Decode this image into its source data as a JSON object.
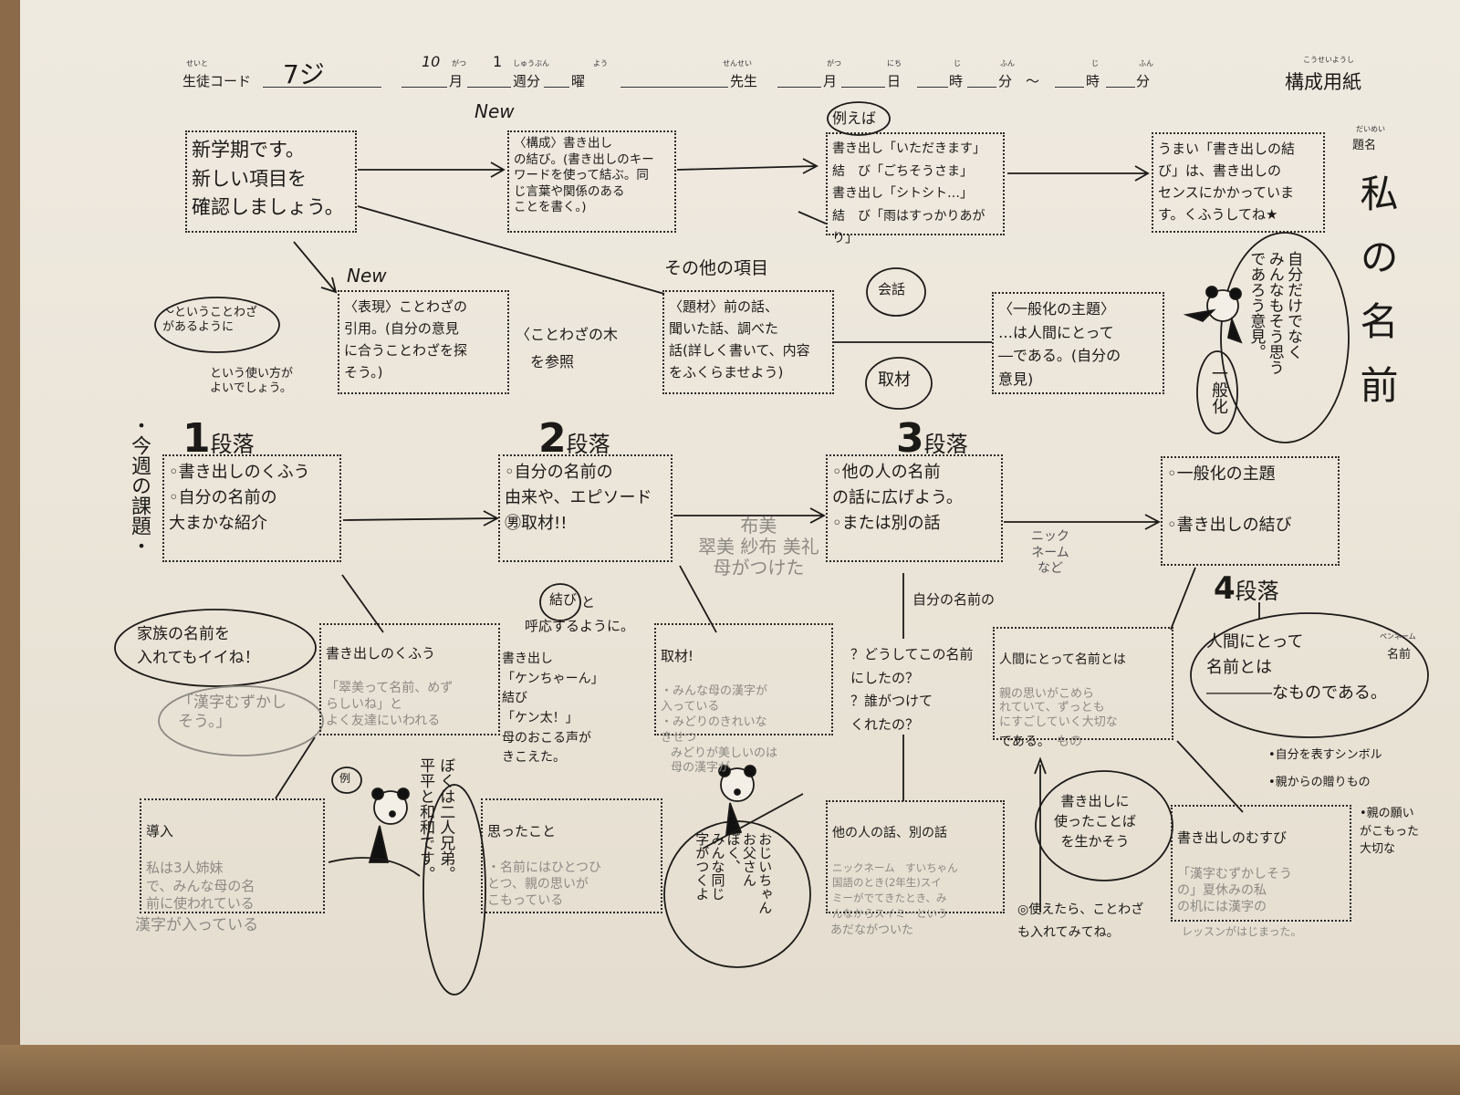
{
  "header": {
    "student_code_label": "生徒コード",
    "student_code_furigana": "せいと",
    "student_code_value": "7ジ",
    "month_value": "10",
    "month_label": "月",
    "month_furigana": "がつ",
    "week_value": "1",
    "week_label": "週分",
    "week_furigana": "しゅうぶん",
    "weekday_label": "曜",
    "weekday_furigana": "よう",
    "teacher_label": "先生",
    "teacher_furigana": "せんせい",
    "date_month_label": "月",
    "date_month_furigana": "がつ",
    "date_day_label": "日",
    "date_day_furigana": "にち",
    "hour1_label": "時",
    "hour1_furigana": "じ",
    "min1_label": "分",
    "min1_furigana": "ふん",
    "tilde": "〜",
    "hour2_label": "時",
    "hour2_furigana": "じ",
    "min2_label": "分",
    "min2_furigana": "ふん",
    "sheet_title": "構成用紙",
    "sheet_title_furigana": "こうせいようし"
  },
  "title_area": {
    "label": "題名",
    "label_furigana": "だいめい",
    "title": "私の名前",
    "penname_furigana": "ペンネーム",
    "penname_label": "名前"
  },
  "top": {
    "new1": "New",
    "new2": "New",
    "intro_box": "新学期です。\n新しい項目を\n確認しましょう。",
    "structure_box": "〈構成〉書き出し\nの結び。(書き出しのキー\nワードを使って結ぶ。同\nじ言葉や関係のある\nことを書く。)",
    "example_tag": "例えば",
    "example_box": "書き出し「いただきます」\n結　び「ごちそうさま」\n書き出し「シトシト…」\n結　び「雨はすっかりあがり」",
    "tip_box": "うまい「書き出しの結\nび」は、書き出しの\nセンスにかかっていま\nす。くふうしてね★",
    "expression_box": "〈表現〉ことわざの\n引用。(自分の意見\nに合うことわざを探\nそう。)",
    "proverb_bubble": "〜ということわざ\nがあるように",
    "proverb_note": "という使い方が\nよいでしょう。",
    "proverb_tree": "〈ことわざの木\n　を参照",
    "other_items": "その他の項目",
    "subject_box": "〈題材〉前の話、\n聞いた話、調べた\n話(詳しく書いて、内容\nをふくらませよう)",
    "talk_bubble": "会話",
    "interview_bubble": "取材",
    "general_box": "〈一般化の主題〉\n…は人間にとって\n―である。(自分の\n意見)",
    "general_bubble": "一般化",
    "panda_speech": "自分だけでなく\nみんなもそう思う\nであろう意見。"
  },
  "weekly_task": "・今週の課題・",
  "paragraphs": [
    {
      "num": "1",
      "label": "段落",
      "body": "◦書き出しのくふう\n◦自分の名前の\n大まかな紹介"
    },
    {
      "num": "2",
      "label": "段落",
      "body": "◦自分の名前の\n由来や、エピソード\n㊚取材!!"
    },
    {
      "num": "3",
      "label": "段落",
      "body": "◦他の人の名前\nの話に広げよう。\n◦または別の話"
    },
    {
      "num": "4",
      "label": "段落",
      "body": "◦一般化の主題\n\n◦書き出しの結び"
    }
  ],
  "notes": {
    "family_bubble": "家族の名前を\n入れてもイイね！",
    "kanji_bubble": "「漢字むずかし\nそう。」",
    "musubi_tag": "結び",
    "musubi_note": "と\n呼応するように。",
    "kakidashi_example": "書き出し\n「ケンちゃーん」\n結び\n「ケン太！」\n母のおこる声が\nきこえた。",
    "pencil_names": "布美\n翠美 紗布 美礼\n母がつけた",
    "nickname_note": "ニック\nネーム\nなど",
    "own_name_note": "自分の名前の",
    "questions": "？どうしてこの名前\nにしたの？\n？誰がつけて\nくれたの？",
    "example_tag": "例",
    "panda_speech1": "ぼくは二人兄弟。\n平平と和和です。",
    "panda_speech2": "おじいちゃん\nお父さん\nぼく、\nみんな同じ\n字がつくよ",
    "pencil_midori": "みどりが美しいのは\n母の漢字が",
    "kakidashi_tip": "書き出しに\n使ったことば\nを生かそう",
    "proverb_tip": "◎使えたら、ことわざ\nも入れてみてね。",
    "human_name_bubble": "人間にとって\n名前とは\n――――なものである。",
    "bullet1": "•自分を表すシンボル",
    "bullet2": "•親からの贈りもの",
    "bullet3": "•親の願い\nがこもった\n大切な"
  },
  "lower_boxes": {
    "kakidashi": {
      "title": "書き出しのくふう",
      "pencil": "「翠美って名前、めず\nらしいね」と\nよく友達にいわれる"
    },
    "interview": {
      "title": "取材!",
      "pencil": "・みんな母の漢字が\n入っている\n・みどりのきれいな\nきせつ"
    },
    "human": {
      "title": "人間にとって名前とは",
      "pencil": "親の思いがこめら\nれていて、ずっとも\nにすごしていく大切な\n",
      "tail": "である。",
      "tail_pencil": "もの"
    },
    "intro": {
      "title": "導入",
      "pencil": "私は3人姉妹\nで、みんな母の名\n前に使われている",
      "below": "漢字が入っている"
    },
    "thoughts": {
      "title": "思ったこと",
      "pencil": "・名前にはひとつひ\nとつ、親の思いが\nこもっている"
    },
    "others": {
      "title": "他の人の話、別の話",
      "pencil": "ニックネーム　すいちゃん\n国語のとき(2年生)スイ\nミーがでてきたとき、み\nんなからスイミーという",
      "below": "あだながついた"
    },
    "closing": {
      "title": "書き出しのむすび",
      "pencil": "「漢字むずかしそう\nの」夏休みの私\nの机には漢字の",
      "below": "レッスンがはじまった。"
    }
  }
}
